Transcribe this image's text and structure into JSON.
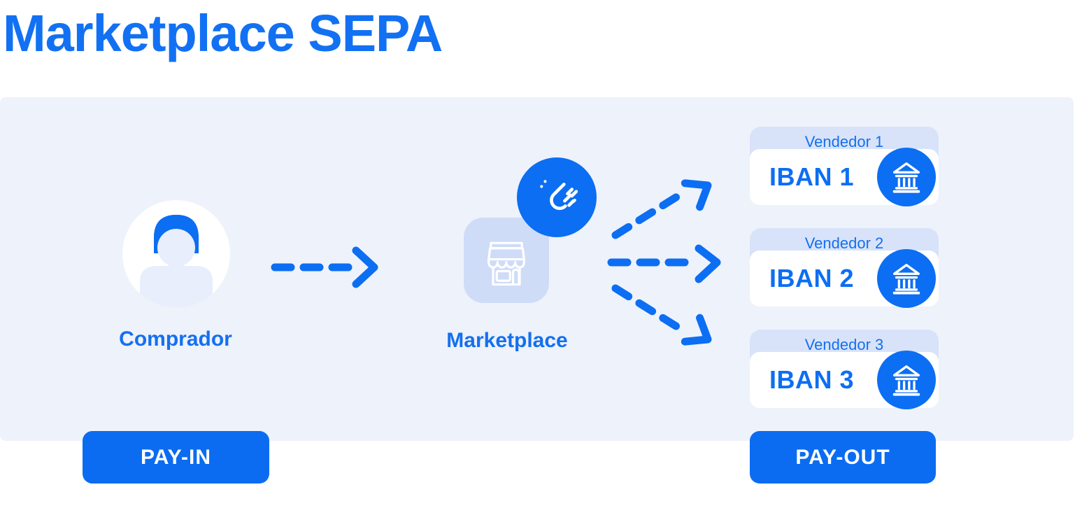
{
  "page": {
    "title": "Marketplace SEPA"
  },
  "diagram": {
    "buyer": {
      "label": "Comprador"
    },
    "marketplace": {
      "label": "Marketplace"
    },
    "vendors": [
      {
        "name": "Vendedor 1",
        "iban": "IBAN 1"
      },
      {
        "name": "Vendedor 2",
        "iban": "IBAN 2"
      },
      {
        "name": "Vendedor 3",
        "iban": "IBAN 3"
      }
    ],
    "payin_label": "PAY-IN",
    "payout_label": "PAY-OUT",
    "icons": {
      "buyer": "user-avatar-icon",
      "marketplace": "storefront-icon",
      "badge": "comet-logo-icon",
      "vendor": "bank-icon"
    },
    "colors": {
      "primary_blue": "#0c6ef2",
      "title_blue": "#1271f3",
      "label_blue": "#1470f0",
      "panel_background": "#eef2fb",
      "tile_background": "#cfdcf8",
      "vendor_header_background": "#d8e3fa",
      "card_background": "#ffffff"
    }
  }
}
